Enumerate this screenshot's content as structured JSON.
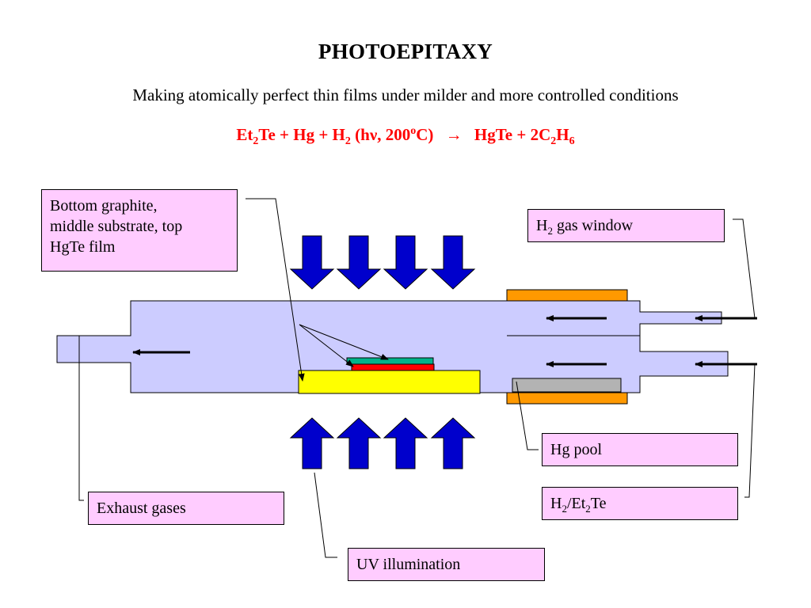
{
  "title": "PHOTOEPITAXY",
  "subtitle": "Making atomically perfect thin films under milder and more controlled conditions",
  "equation": {
    "reactants": [
      "Et",
      "2",
      "Te + Hg + H",
      "2",
      " (h",
      "ν",
      ", 200",
      "o",
      "C)"
    ],
    "arrow": "→",
    "products": [
      "HgTe + 2C",
      "2",
      "H",
      "6"
    ],
    "color": "#ff0000"
  },
  "labels": {
    "substrate": [
      "Bottom graphite,",
      "middle substrate, top",
      "HgTe film"
    ],
    "h2_window": {
      "main": "H",
      "sub": "2",
      "rest": " gas window"
    },
    "hg_pool": "Hg pool",
    "h2_et2te": {
      "a": "H",
      "sub1": "2",
      "b": "/Et",
      "sub2": "2",
      "c": "Te"
    },
    "exhaust": "Exhaust gases",
    "uv": "UV illumination"
  },
  "colors": {
    "reactor": "#ccccff",
    "uv_arrows": "#0000cc",
    "graphite": "#ffff00",
    "substrate": "#ff0000",
    "film": "#00b38a",
    "heater": "#ff9900",
    "hg_pool": "#b3b3b3",
    "label_box": "#ffccff"
  }
}
